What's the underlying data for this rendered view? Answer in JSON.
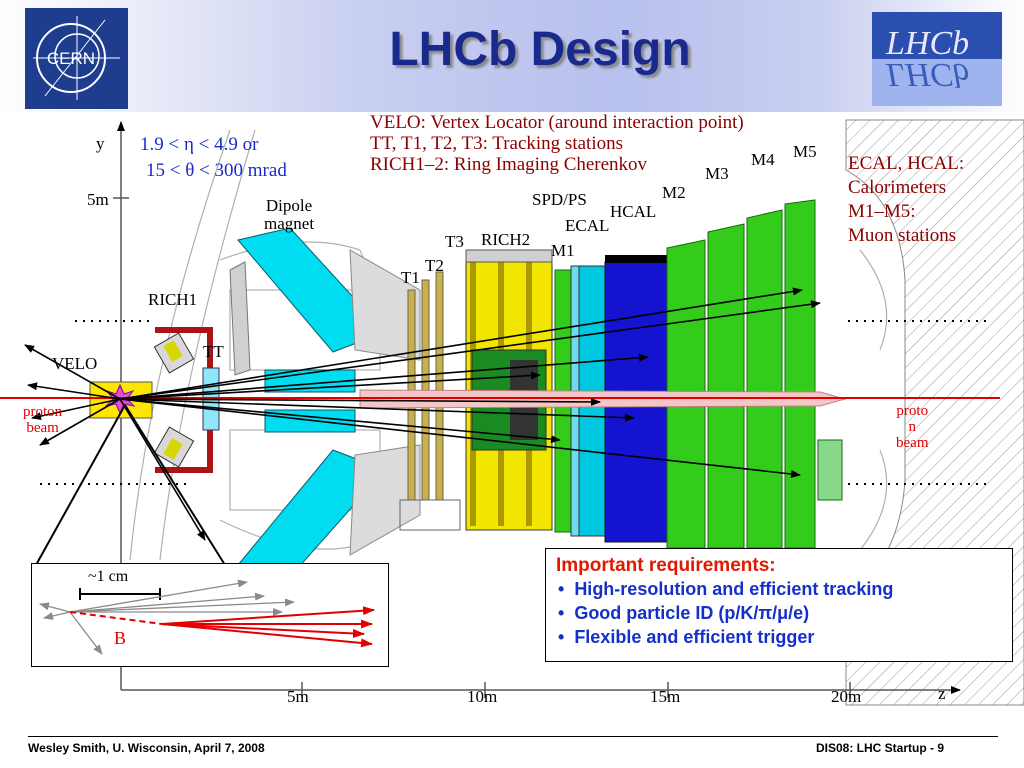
{
  "header": {
    "title": "LHCb Design",
    "cern_logo_text": "CERN",
    "lhcb_logo_text": "LHCb"
  },
  "info_lines": [
    "VELO: Vertex Locator (around interaction point)",
    "TT, T1, T2, T3: Tracking stations",
    "RICH1–2: Ring Imaging Cherenkov"
  ],
  "calo_lines": [
    "ECAL, HCAL:",
    "Calorimeters",
    "M1–M5:",
    "Muon stations"
  ],
  "acceptance": {
    "line1": "1.9 < η < 4.9  or",
    "line2": "15 < θ < 300 mrad"
  },
  "axes": {
    "y_label": "y",
    "y_tick": "5m",
    "z_label": "z",
    "z_ticks": [
      "5m",
      "10m",
      "15m",
      "20m"
    ]
  },
  "components": {
    "dipole_line1": "Dipole",
    "dipole_line2": "magnet",
    "rich1": "RICH1",
    "rich2": "RICH2",
    "velo": "VELO",
    "tt": "TT",
    "t1": "T1",
    "t2": "T2",
    "t3": "T3",
    "spdps": "SPD/PS",
    "ecal": "ECAL",
    "hcal": "HCAL",
    "m1": "M1",
    "m2": "M2",
    "m3": "M3",
    "m4": "M4",
    "m5": "M5"
  },
  "beams": {
    "left_line1": "proton",
    "left_line2": "beam",
    "right_line1": "proto",
    "right_line2": "n",
    "right_line3": "beam"
  },
  "inset": {
    "scale_label": "~1 cm",
    "b_label": "B"
  },
  "requirements": {
    "title": "Important requirements:",
    "bullet": "•",
    "items": [
      "High-resolution and efficient tracking",
      "Good particle ID (p/K/π/μ/e)",
      "Flexible and efficient trigger"
    ]
  },
  "footer": {
    "left": "Wesley Smith, U. Wisconsin, April 7, 2008",
    "right": "DIS08: LHC Startup -  9"
  },
  "colors": {
    "title": "#1a2a8c",
    "detector_text": "#8b0000",
    "acceptance": "#1a2acc",
    "requirement_title": "#e01a00",
    "requirement_items": "#1530c8",
    "beam": "#e00000",
    "magnet": "#00dcf0",
    "tracker": "#f2e600",
    "ecal": "#00c8e0",
    "hcal": "#1414d0",
    "muon": "#33cc1a"
  }
}
